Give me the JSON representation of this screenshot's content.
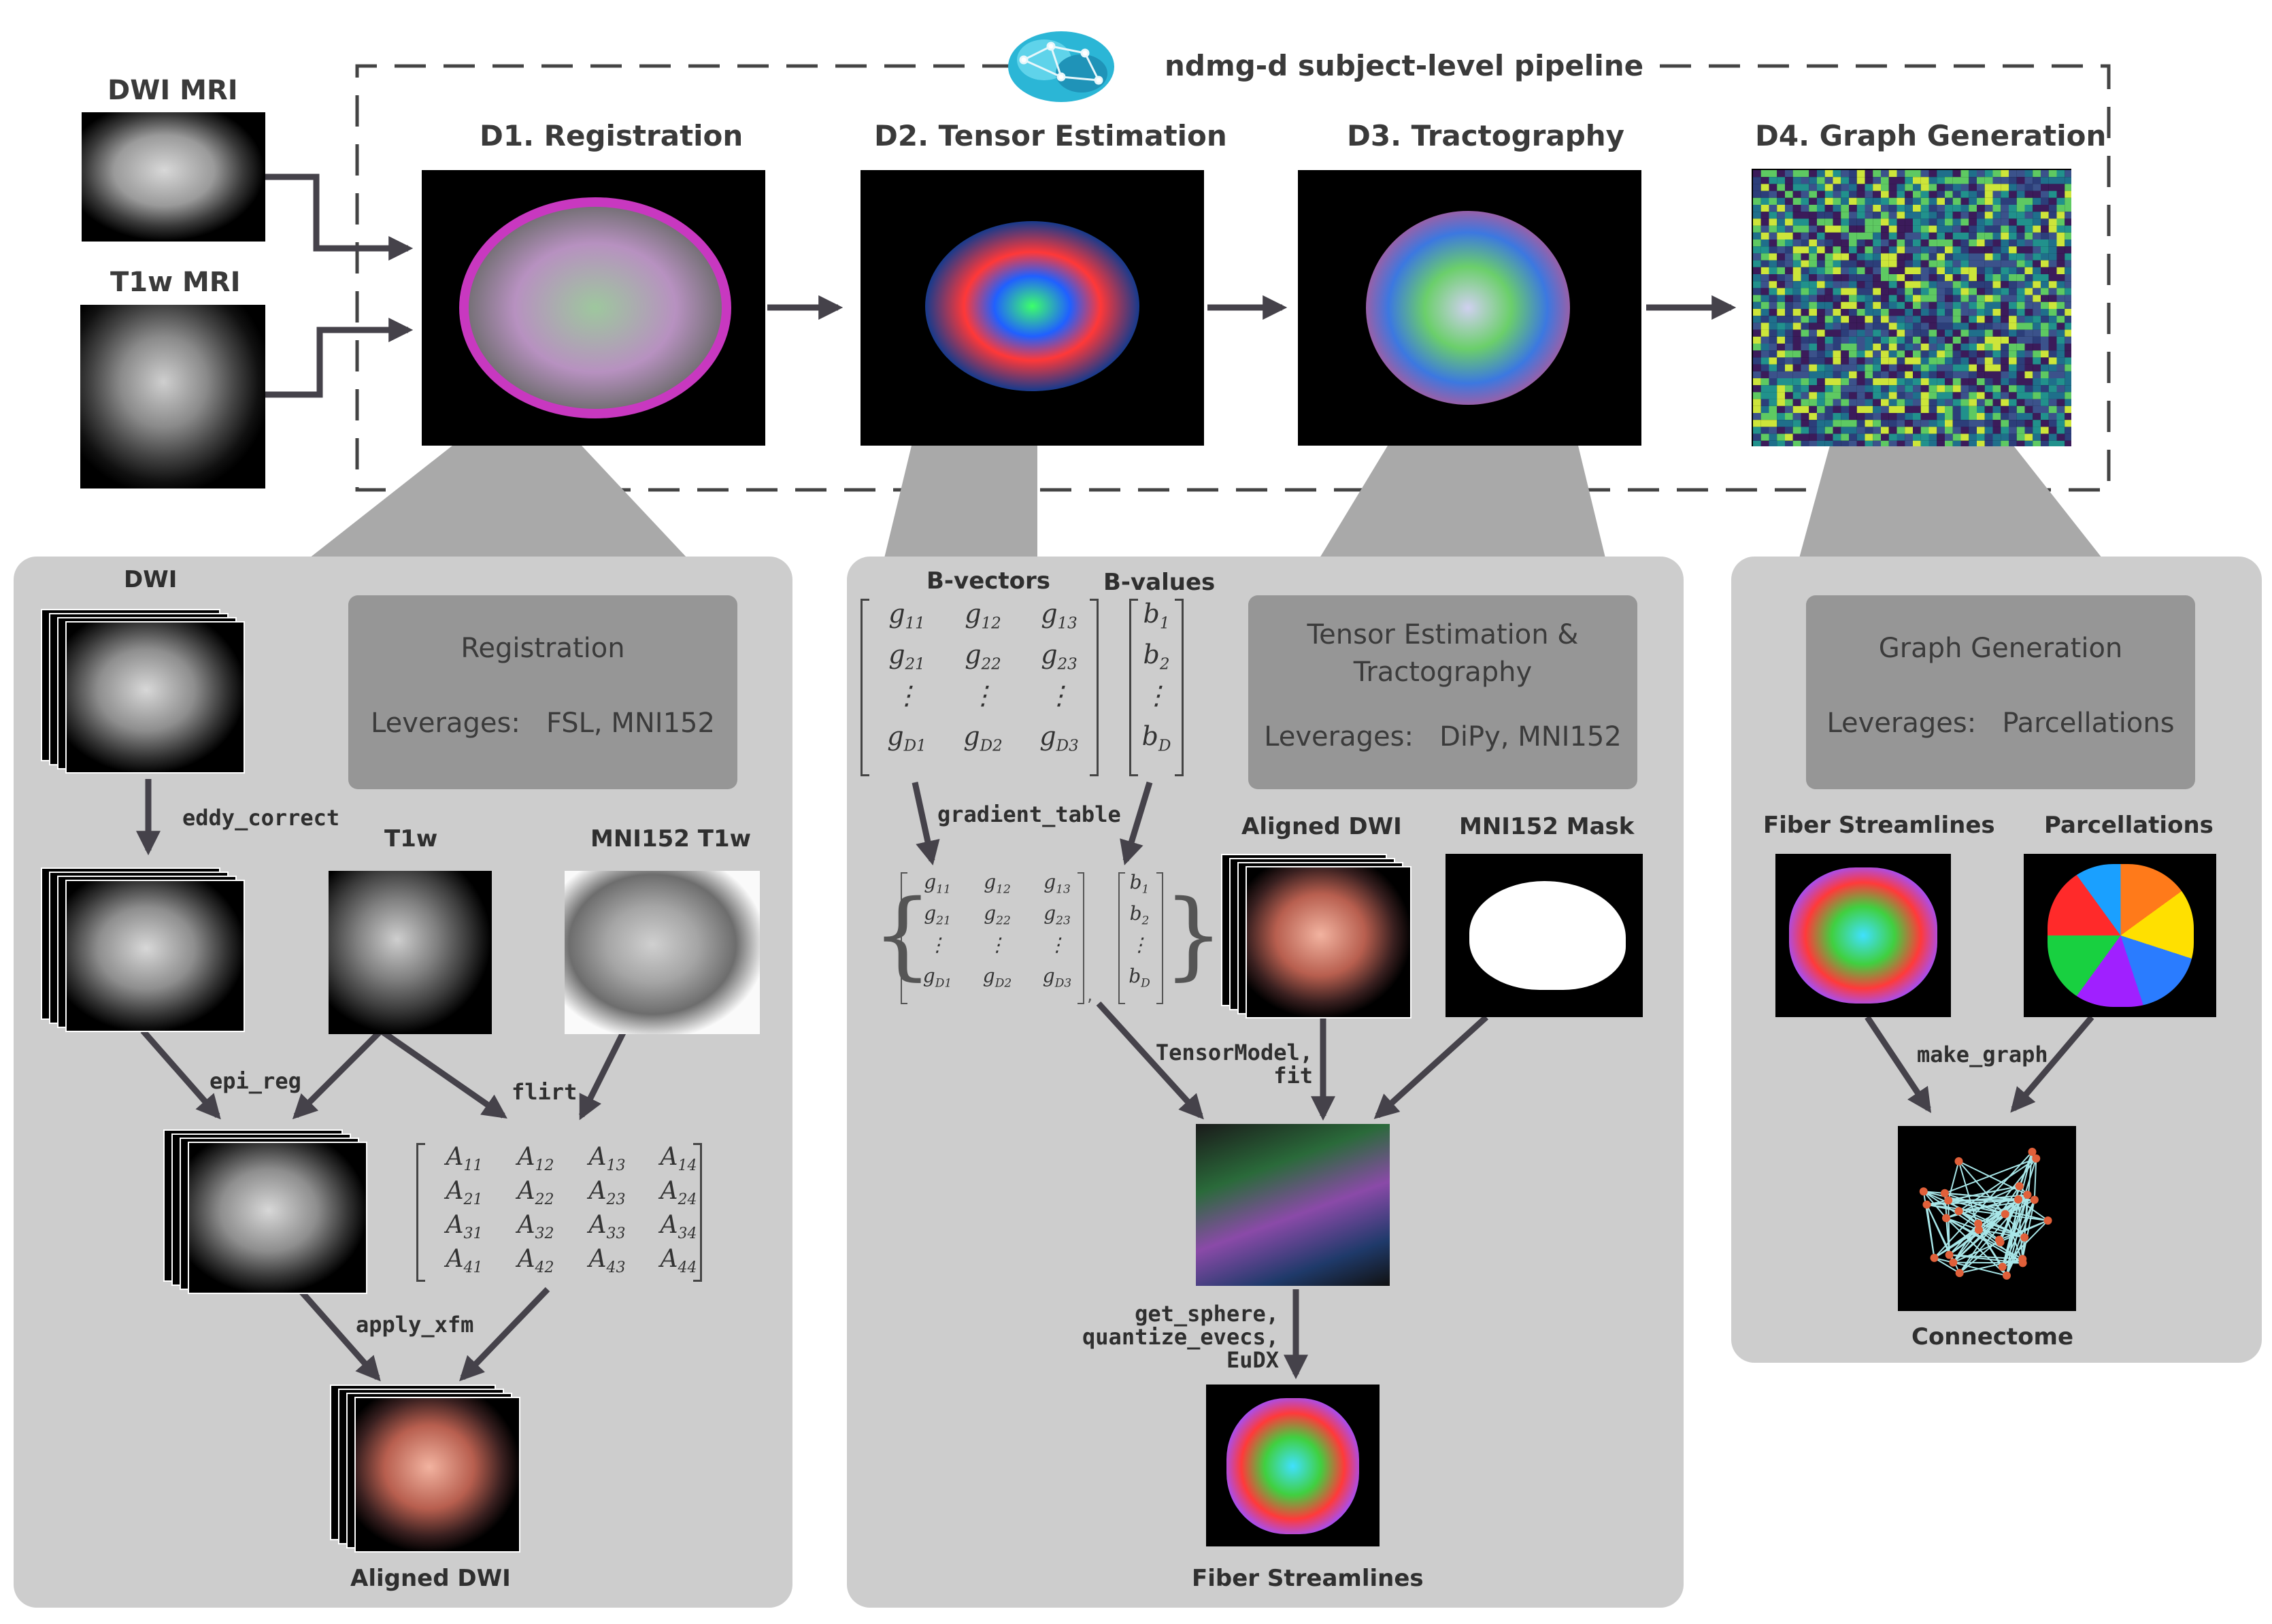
{
  "pipeline": {
    "title": "ndmg-d subject-level pipeline",
    "stages": {
      "d1": "D1. Registration",
      "d2": "D2. Tensor Estimation",
      "d3": "D3. Tractography",
      "d4": "D4. Graph Generation"
    },
    "inputs": {
      "dwi": "DWI MRI",
      "t1w": "T1w MRI"
    }
  },
  "registration_panel": {
    "info_title": "Registration",
    "leverages_label": "Leverages:",
    "leverages_value": "FSL, MNI152",
    "dwi_label": "DWI",
    "t1w_label": "T1w",
    "mni_label": "MNI152 T1w",
    "eddy_correct": "eddy_correct",
    "epi_reg": "epi_reg",
    "flirt": "flirt",
    "apply_xfm": "apply_xfm",
    "aligned_dwi": "Aligned DWI",
    "matrix": [
      [
        "A11",
        "A12",
        "A13",
        "A14"
      ],
      [
        "A21",
        "A22",
        "A23",
        "A24"
      ],
      [
        "A31",
        "A32",
        "A33",
        "A34"
      ],
      [
        "A41",
        "A42",
        "A43",
        "A44"
      ]
    ]
  },
  "tensor_panel": {
    "info_title_line1": "Tensor Estimation &",
    "info_title_line2": "Tractography",
    "leverages_label": "Leverages:",
    "leverages_value": "DiPy, MNI152",
    "bvectors_label": "B-vectors",
    "bvalues_label": "B-values",
    "gradient_table": "gradient_table",
    "tensor_model": "TensorModel,\nfit",
    "get_sphere": "get_sphere,\nquantize_evecs,\nEuDX",
    "aligned_dwi": "Aligned DWI",
    "mni_mask": "MNI152 Mask",
    "fiber_streamlines": "Fiber Streamlines",
    "g_matrix": [
      [
        "g11",
        "g12",
        "g13"
      ],
      [
        "g21",
        "g22",
        "g23"
      ],
      [
        "⋮",
        "⋮",
        "⋮"
      ],
      [
        "gD1",
        "gD2",
        "gD3"
      ]
    ],
    "b_vector": [
      "b1",
      "b2",
      "⋮",
      "bD"
    ]
  },
  "graph_panel": {
    "info_title": "Graph Generation",
    "leverages_label": "Leverages:",
    "leverages_value": "Parcellations",
    "fiber_streamlines": "Fiber Streamlines",
    "parcellations": "Parcellations",
    "make_graph": "make_graph",
    "connectome": "Connectome"
  },
  "colors": {
    "panel": "#cdcdcd",
    "info_box": "#969696",
    "arrow": "#45424a",
    "dashed_frame": "#444444",
    "heatmap_low": "#3b1b5a",
    "heatmap_high": "#cde53a"
  }
}
